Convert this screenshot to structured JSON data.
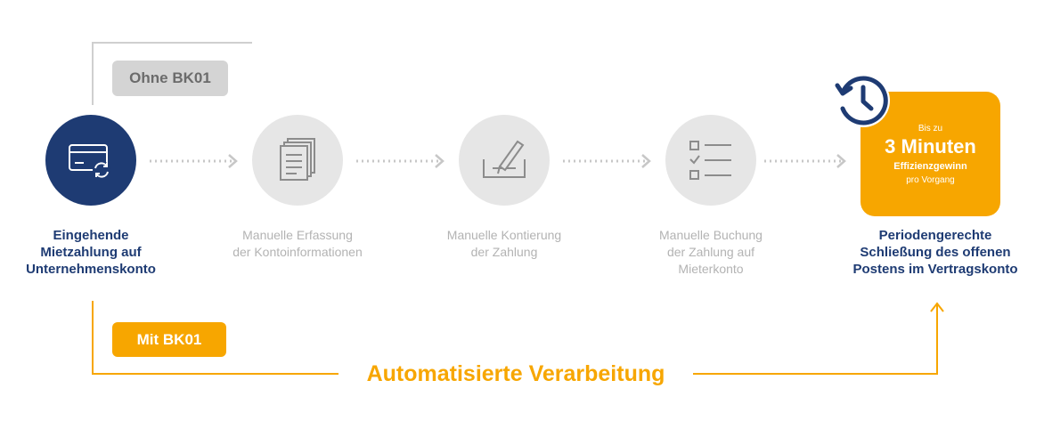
{
  "badges": {
    "without": "Ohne BK01",
    "with": "Mit BK01"
  },
  "steps": [
    {
      "line1": "Eingehende",
      "line2": "Mietzahlung auf",
      "line3": "Unternehmenskonto",
      "icon": "credit-card-sync-icon"
    },
    {
      "line1": "Manuelle Erfassung",
      "line2": "der Kontoinformationen",
      "icon": "documents-icon"
    },
    {
      "line1": "Manuelle Kontierung",
      "line2": "der Zahlung",
      "icon": "pen-signature-icon"
    },
    {
      "line1": "Manuelle Buchung",
      "line2": "der Zahlung auf",
      "line3": "Mieterkonto",
      "icon": "checklist-icon"
    }
  ],
  "result": {
    "prefix": "Bis zu",
    "value": "3 Minuten",
    "subtitle": "Effizienzgewinn",
    "suffix": "pro Vorgang",
    "label_line1": "Periodengerechte",
    "label_line2": "Schließung des offenen",
    "label_line3": "Postens im Vertragskonto",
    "icon": "clock-history-icon"
  },
  "automation": "Automatisierte Verarbeitung",
  "colors": {
    "navy": "#1e3b73",
    "orange": "#f7a600",
    "grey": "#d4d4d4",
    "light_grey": "#e6e6e6",
    "text_grey": "#b3b3b3"
  }
}
